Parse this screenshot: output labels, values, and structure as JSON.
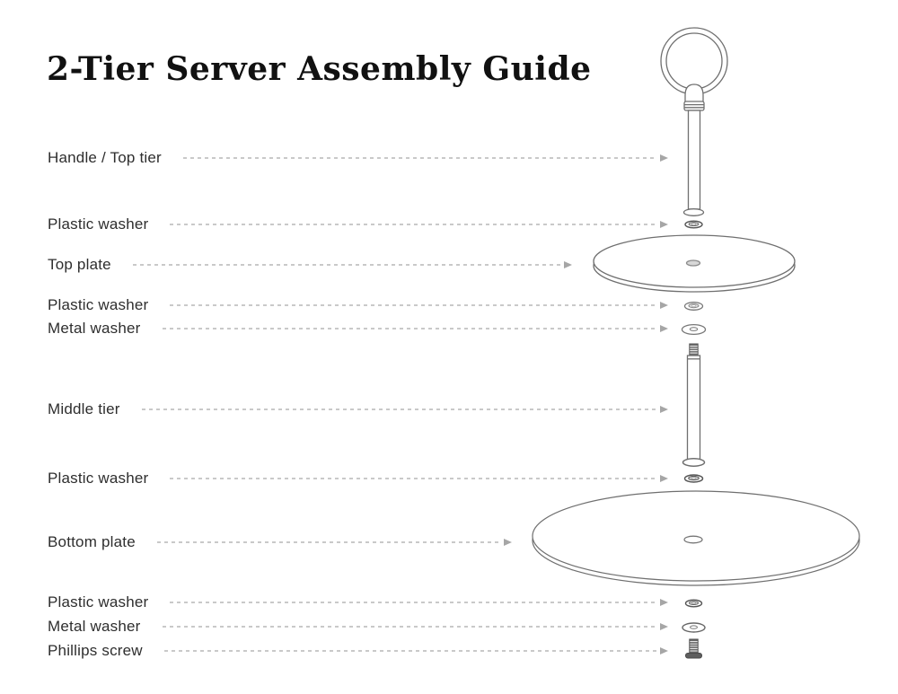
{
  "title": "2-Tier Server Assembly Guide",
  "parts": [
    {
      "label": "Handle / Top tier",
      "target": "handle-top-tier"
    },
    {
      "label": "Plastic washer",
      "target": "plastic-washer-1"
    },
    {
      "label": "Top plate",
      "target": "top-plate"
    },
    {
      "label": "Plastic washer",
      "target": "plastic-washer-2"
    },
    {
      "label": "Metal washer",
      "target": "metal-washer-1"
    },
    {
      "label": "Middle tier",
      "target": "middle-tier"
    },
    {
      "label": "Plastic washer",
      "target": "plastic-washer-3"
    },
    {
      "label": "Bottom plate",
      "target": "bottom-plate"
    },
    {
      "label": "Plastic washer",
      "target": "plastic-washer-4"
    },
    {
      "label": "Metal washer",
      "target": "metal-washer-2"
    },
    {
      "label": "Phillips screw",
      "target": "phillips-screw"
    }
  ],
  "colors": {
    "title_text": "#111111",
    "label_text": "#2e2e2e",
    "leader_dash": "#c9c9c9",
    "arrowhead": "#a6a6a6",
    "diagram_outline": "#6f6f6f",
    "screw_fill": "#686868",
    "washer_shade": "#dddddd"
  }
}
